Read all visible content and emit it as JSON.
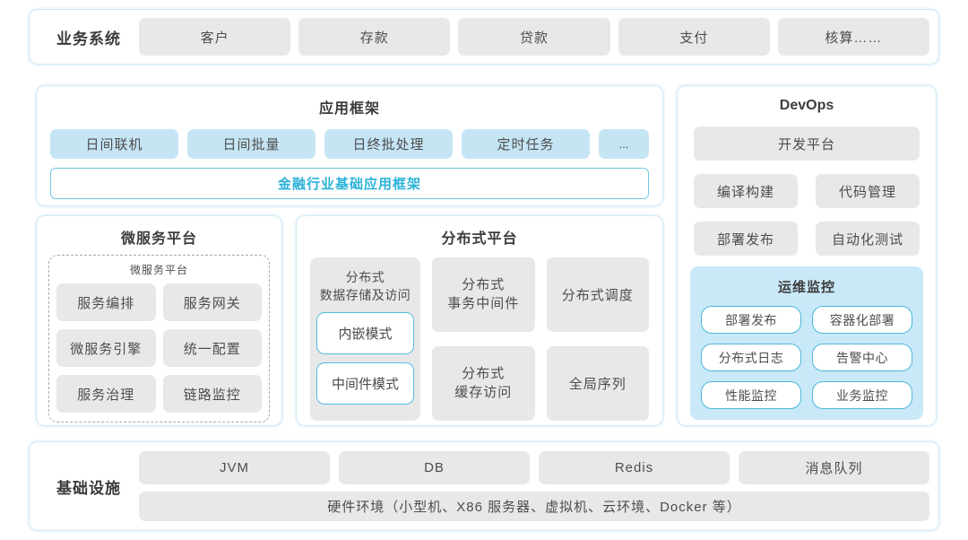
{
  "colors": {
    "section_border": "#cfe9f4",
    "box_gray": "#e8e8e8",
    "box_blue": "#c5e5f5",
    "ops_panel_blue": "#c9e8f8",
    "teal_accent": "#29b2d8",
    "teal_border": "#4db8d9",
    "text": "#4a4a4a"
  },
  "business": {
    "label": "业务系统",
    "items": [
      "客户",
      "存款",
      "贷款",
      "支付",
      "核算……"
    ]
  },
  "app_framework": {
    "title": "应用框架",
    "modules": [
      "日间联机",
      "日间批量",
      "日终批处理",
      "定时任务"
    ],
    "more": "...",
    "base_framework": "金融行业基础应用框架"
  },
  "devops": {
    "title": "DevOps",
    "dev_platform": "开发平台",
    "tools": [
      "编译构建",
      "代码管理",
      "部署发布",
      "自动化测试"
    ],
    "ops_monitoring": {
      "title": "运维监控",
      "items": [
        "部署发布",
        "容器化部署",
        "分布式日志",
        "告警中心",
        "性能监控",
        "业务监控"
      ]
    }
  },
  "microservice": {
    "title": "微服务平台",
    "inner_title": "微服务平台",
    "items": [
      "服务编排",
      "服务网关",
      "微服务引擎",
      "统一配置",
      "服务治理",
      "链路监控"
    ]
  },
  "distributed": {
    "title": "分布式平台",
    "data_storage": {
      "title": "分布式\n数据存储及访问",
      "modes": [
        "内嵌模式",
        "中间件模式"
      ]
    },
    "transaction_middleware": "分布式\n事务中间件",
    "scheduling": "分布式调度",
    "cache_access": "分布式\n缓存访问",
    "global_sequence": "全局序列"
  },
  "infrastructure": {
    "label": "基础设施",
    "items": [
      "JVM",
      "DB",
      "Redis",
      "消息队列"
    ],
    "hardware": "硬件环境（小型机、X86 服务器、虚拟机、云环境、Docker 等）"
  }
}
